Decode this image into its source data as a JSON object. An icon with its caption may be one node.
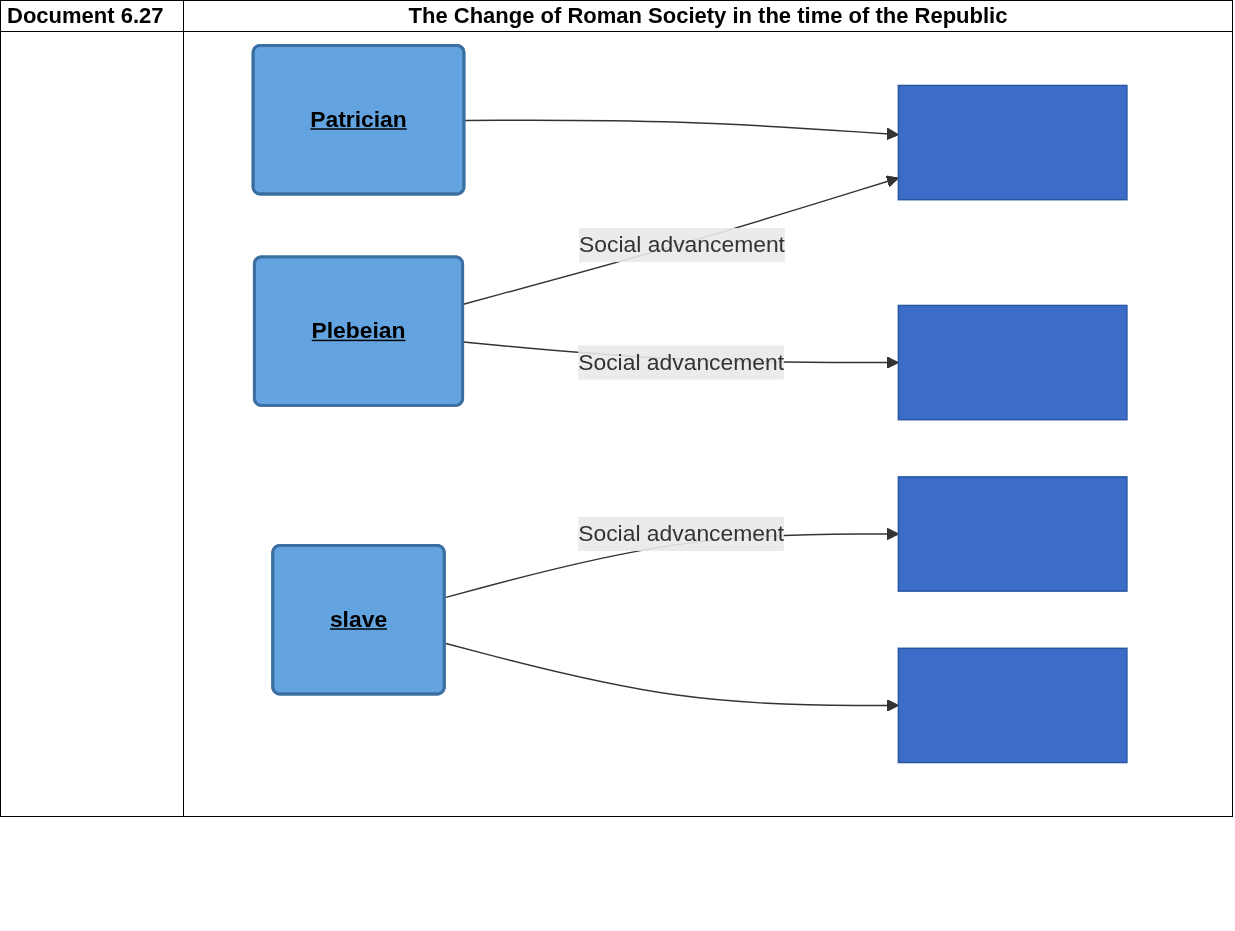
{
  "diagram": {
    "title": "The Change of Roman Society in the time of the Republic",
    "nodes": [
      {
        "text": [
          "Patrician"
        ]
      },
      {
        "text": [
          "Plebeian"
        ]
      },
      {
        "text": [
          "slave"
        ]
      },
      {
        "text": [],
        "shape": "box"
      },
      {
        "text": [],
        "shape": "box"
      },
      {
        "text": [],
        "shape": "box"
      },
      {
        "text": [],
        "shape": "box"
      }
    ],
    "edges": [
      {
        "from": 0,
        "to": 3,
        "arrow": "to"
      },
      {
        "from": 1,
        "to": 3,
        "arrow": "to",
        "label": "Social advancement"
      },
      {
        "from": 1,
        "to": 4,
        "arrow": "to",
        "label": "Social advancement"
      },
      {
        "from": 2,
        "to": 5,
        "arrow": "to",
        "label": "Social advancement"
      },
      {
        "from": 2,
        "to": 6,
        "arrow": "to"
      }
    ],
    "labels": [
      "Document 6.27"
    ]
  }
}
